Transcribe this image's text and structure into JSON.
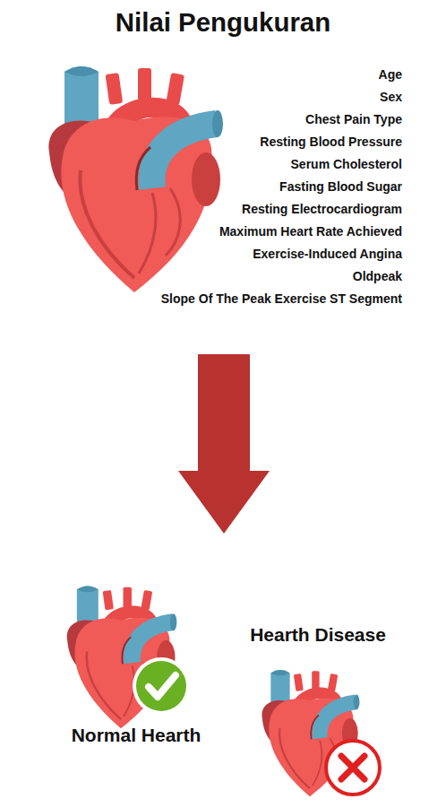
{
  "diagram": {
    "title": "Nilai Pengukuran",
    "labels": [
      "Age",
      "Sex",
      "Chest Pain Type",
      "Resting Blood Pressure",
      "Serum Cholesterol",
      "Fasting Blood Sugar",
      "Resting Electrocardiogram",
      "Maximum Heart Rate Achieved",
      "Exercise-Induced Angina",
      "Oldpeak",
      "Slope Of The Peak Exercise ST Segment",
      "Hearth Disease",
      "Normal Hearth"
    ]
  }
}
